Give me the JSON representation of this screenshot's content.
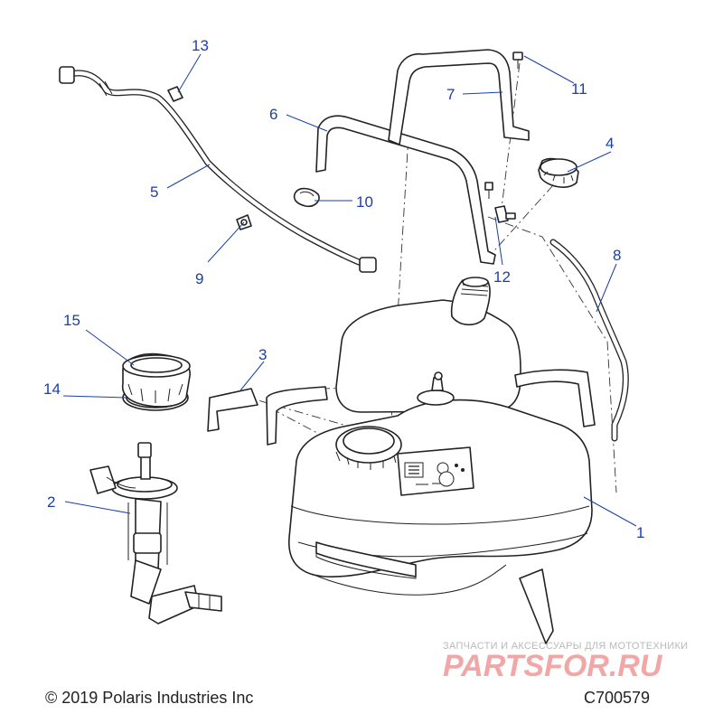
{
  "callouts": [
    {
      "id": "1",
      "label": "1"
    },
    {
      "id": "2",
      "label": "2"
    },
    {
      "id": "3",
      "label": "3"
    },
    {
      "id": "4",
      "label": "4"
    },
    {
      "id": "5",
      "label": "5"
    },
    {
      "id": "6",
      "label": "6"
    },
    {
      "id": "7",
      "label": "7"
    },
    {
      "id": "8",
      "label": "8"
    },
    {
      "id": "9",
      "label": "9"
    },
    {
      "id": "10",
      "label": "10"
    },
    {
      "id": "11",
      "label": "11"
    },
    {
      "id": "12",
      "label": "12"
    },
    {
      "id": "13",
      "label": "13"
    },
    {
      "id": "14",
      "label": "14"
    },
    {
      "id": "15",
      "label": "15"
    }
  ],
  "footer": {
    "copyright": "© 2019 Polaris Industries Inc",
    "drawing_number": "C700579"
  },
  "watermark": {
    "tagline": "ЗАПЧАСТИ И АКСЕССУАРЫ ДЛЯ МОТОТЕХНИКИ",
    "brand": "PARTSFOR.RU"
  },
  "colors": {
    "callout": "#1a3fa8",
    "line_art": "#222222",
    "watermark_brand": "#f2a7a7",
    "watermark_tagline": "#b9b9b9"
  }
}
